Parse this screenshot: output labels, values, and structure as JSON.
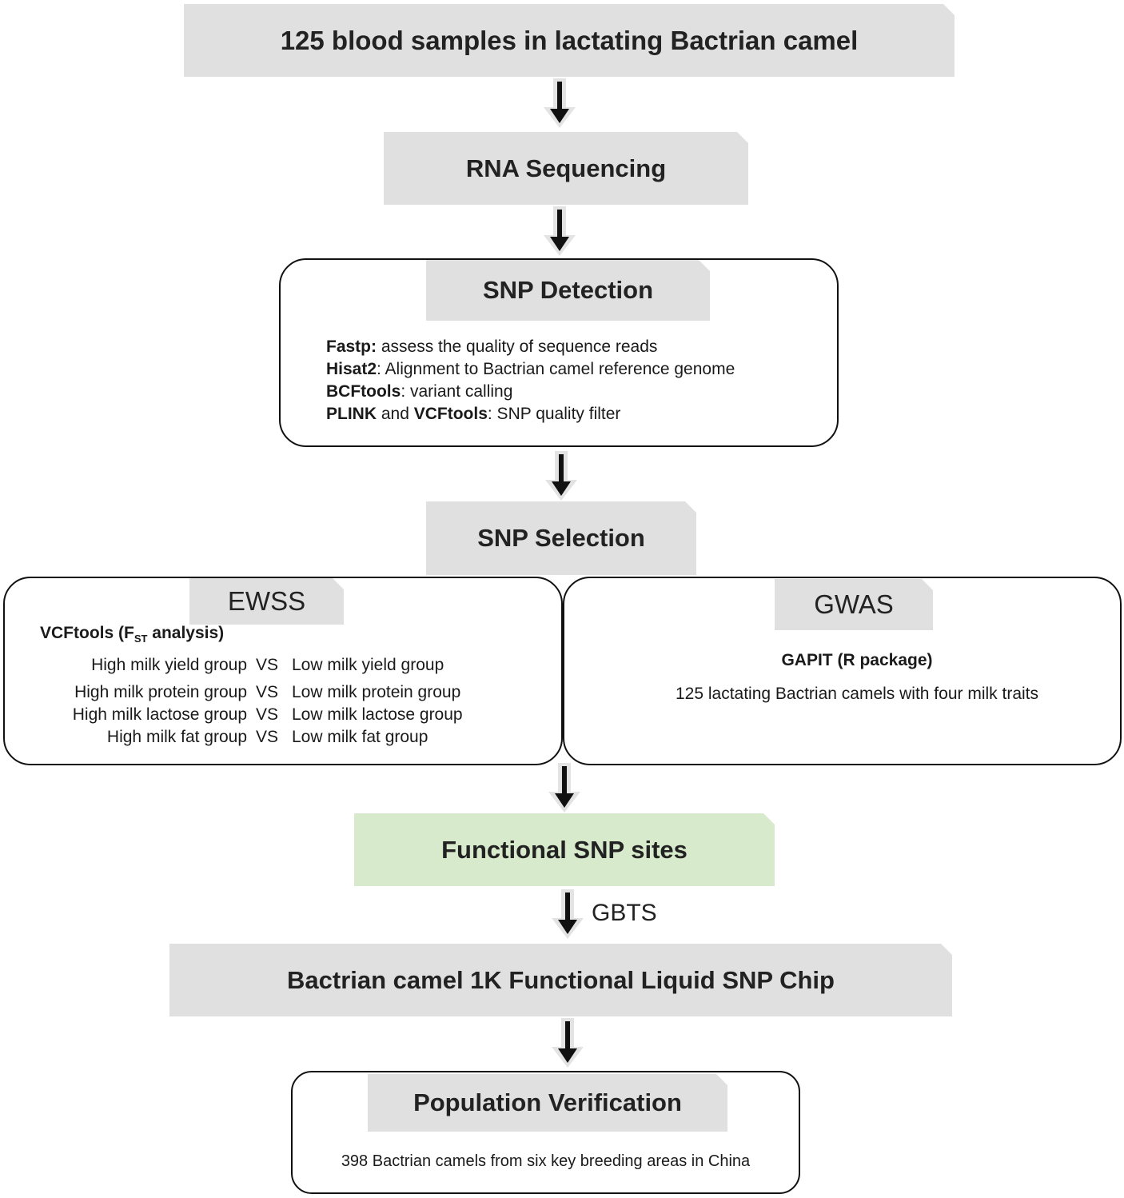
{
  "step1": {
    "label": "125 blood samples in lactating Bactrian camel"
  },
  "step2": {
    "label": "RNA Sequencing"
  },
  "snp_detection": {
    "title": "SNP Detection",
    "lines": [
      {
        "tool": "Fastp:",
        "text": " assess the quality of sequence reads"
      },
      {
        "tool": "Hisat2",
        "text": ": Alignment to Bactrian camel reference genome"
      },
      {
        "tool": "BCFtools",
        "text": ": variant calling"
      },
      {
        "tool": "PLINK",
        "mid": " and ",
        "tool2": "VCFtools",
        "text": ": SNP quality filter"
      }
    ]
  },
  "snp_selection": {
    "title": "SNP Selection"
  },
  "ewss": {
    "title": "EWSS",
    "tool_prefix": "VCFtools (F",
    "tool_sub": "ST",
    "tool_suffix": " analysis)",
    "comparisons": [
      {
        "high": "High milk yield group",
        "vs": "VS",
        "low": "Low milk yield group"
      },
      {
        "high": "High milk protein group",
        "vs": "VS",
        "low": "Low milk protein group"
      },
      {
        "high": "High milk lactose group",
        "vs": "VS",
        "low": "Low milk lactose group"
      },
      {
        "high": "High milk fat group",
        "vs": "VS",
        "low": "Low milk fat group"
      }
    ]
  },
  "gwas": {
    "title": "GWAS",
    "tool": "GAPIT (R package)",
    "description": "125 lactating Bactrian camels with four milk traits"
  },
  "functional": {
    "label": "Functional SNP sites"
  },
  "gbts": {
    "label": "GBTS"
  },
  "chip": {
    "label": "Bactrian camel 1K Functional Liquid SNP Chip"
  },
  "population": {
    "title": "Population Verification",
    "description": "398 Bactrian camels from six key breeding areas in China"
  },
  "colors": {
    "box_gray": "#e0e0e0",
    "box_green": "#d7eacb",
    "arrow": "#111111"
  }
}
